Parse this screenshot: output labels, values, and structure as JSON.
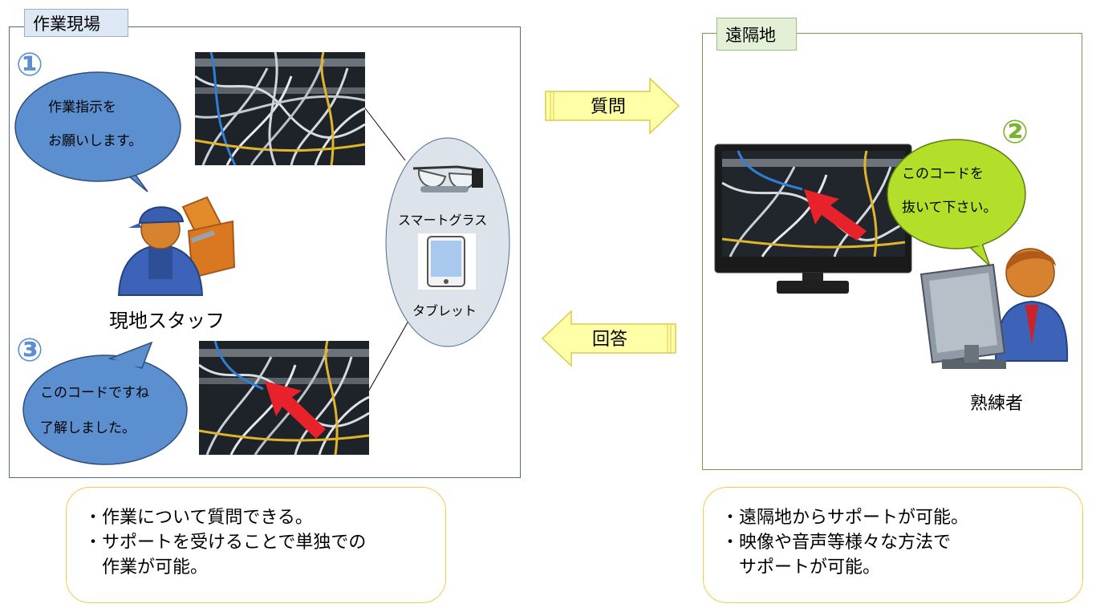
{
  "left_panel": {
    "title": "作業現場",
    "step1": "①",
    "step3": "③",
    "bubble1": [
      "作業指示を",
      "お願いします。"
    ],
    "bubble3": [
      "このコードですね",
      "了解しました。"
    ],
    "staff_label": "現地スタッフ",
    "devices": {
      "glasses_label": "スマートグラス",
      "tablet_label": "タブレット"
    }
  },
  "arrows": {
    "question": "質問",
    "answer": "回答"
  },
  "right_panel": {
    "title": "遠隔地",
    "step2": "②",
    "bubble2": [
      "このコードを",
      "抜いて下さい。"
    ],
    "expert_label": "熟練者"
  },
  "notes": {
    "left": [
      "・作業について質問できる。",
      "・サポートを受けることで単独での",
      "　作業が可能。"
    ],
    "right": [
      "・遠隔地からサポートが可能。",
      "・映像や音声等様々な方法で",
      "　サポートが可能。"
    ]
  },
  "colors": {
    "left_border": "#4f6b8a",
    "right_border": "#70a04c",
    "bubble_blue": "#5b8fd0",
    "bubble_green": "#b3df2a",
    "step_blue": "#5b8fd0",
    "step_green": "#7bb32e",
    "arrow_fill": "#ffffa8",
    "arrow_stroke": "#e0c84a",
    "pointer_red": "#e8222a"
  }
}
